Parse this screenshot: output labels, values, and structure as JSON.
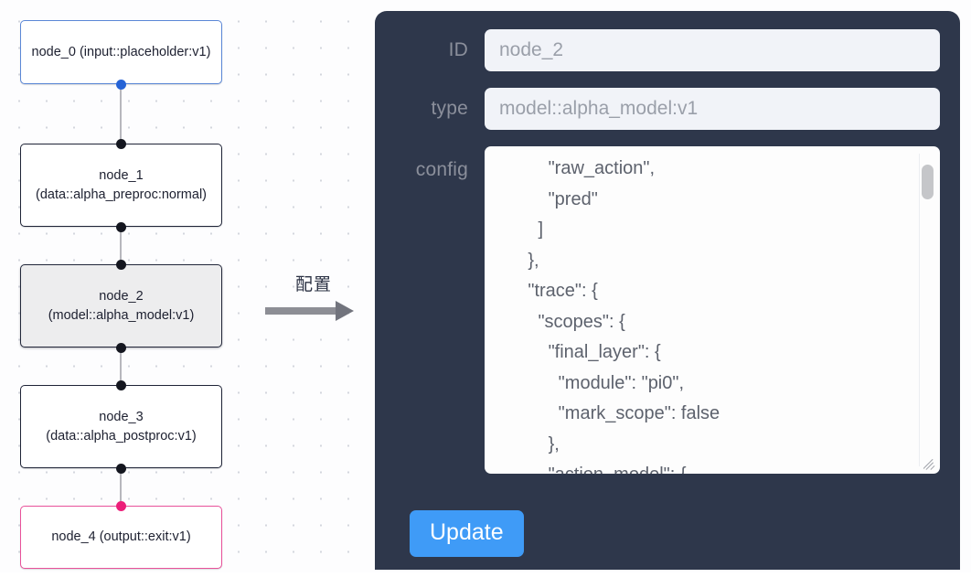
{
  "canvas": {
    "background_color": "#fdfdfe",
    "dot_color": "#d4d6dd"
  },
  "graph": {
    "nodes": [
      {
        "id": "node_0",
        "label": "node_0\n(input::placeholder:v1)",
        "kind": "input",
        "border_color": "#5b87d6",
        "selected": false
      },
      {
        "id": "node_1",
        "label": "node_1\n(data::alpha_preproc:normal)",
        "kind": "data",
        "border_color": "#1f2437",
        "selected": false
      },
      {
        "id": "node_2",
        "label": "node_2\n(model::alpha_model:v1)",
        "kind": "model",
        "border_color": "#22273a",
        "selected": true
      },
      {
        "id": "node_3",
        "label": "node_3\n(data::alpha_postproc:v1)",
        "kind": "data",
        "border_color": "#1f2437",
        "selected": false
      },
      {
        "id": "node_4",
        "label": "node_4\n(output::exit:v1)",
        "kind": "output",
        "border_color": "#e8519a",
        "selected": false
      }
    ],
    "edges": [
      {
        "from": "node_0",
        "to": "node_1"
      },
      {
        "from": "node_1",
        "to": "node_2"
      },
      {
        "from": "node_2",
        "to": "node_3"
      },
      {
        "from": "node_3",
        "to": "node_4"
      }
    ]
  },
  "transition": {
    "caption": "配置",
    "arrow_icon": "right-arrow-icon",
    "arrow_color": "#8d8e95"
  },
  "inspector": {
    "panel_color": "#2e374b",
    "fields": [
      {
        "label": "ID",
        "value": "node_2"
      },
      {
        "label": "type",
        "value": "model::alpha_model:v1"
      }
    ],
    "id_label": "ID",
    "id_value": "node_2",
    "type_label": "type",
    "type_value": "model::alpha_model:v1",
    "config_label": "config",
    "config_value": "          \"raw_action\",\n          \"pred\"\n        ]\n      },\n      \"trace\": {\n        \"scopes\": {\n          \"final_layer\": {\n            \"module\": \"pi0\",\n            \"mark_scope\": false\n          },\n          \"action_model\": {",
    "scrollbar": {
      "visible": true,
      "thumb_position": "near-top"
    },
    "resize_handle_icon": "resize-grip-icon",
    "update_label": "Update",
    "update_color": "#3f9bf7"
  }
}
